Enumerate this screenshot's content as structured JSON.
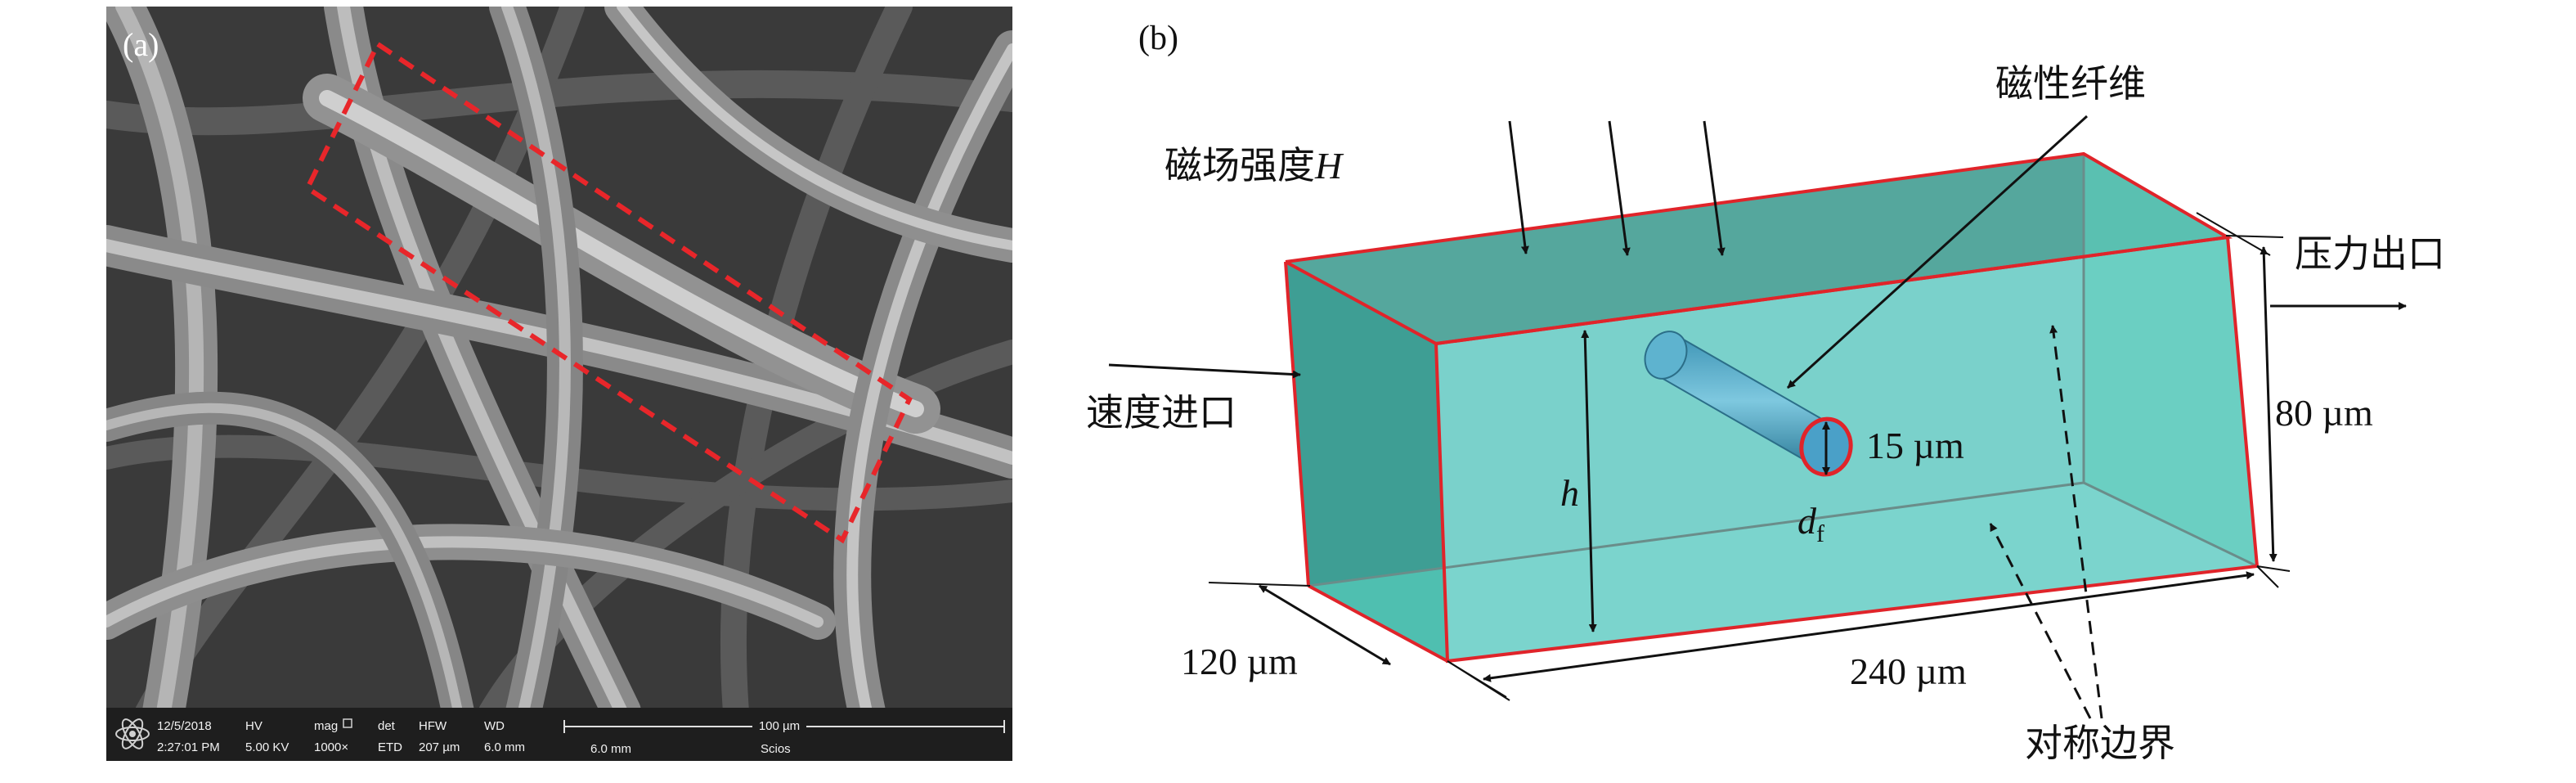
{
  "panel_a": {
    "label": "(a)",
    "info_bar": {
      "date": "12/5/2018",
      "time": "2:27:01 PM",
      "hv_label": "HV",
      "hv_value": "5.00 KV",
      "mag_label": "mag",
      "mag_value": "1000×",
      "det_label": "det",
      "det_value": "ETD",
      "hfw_label": "HFW",
      "hfw_value": "207 µm",
      "wd_label": "WD",
      "wd_value": "6.0 mm",
      "scalebar_label": "100 µm",
      "wd_value_2": "6.0 mm",
      "instrument": "Scios"
    },
    "highlight_color": "#e8262a"
  },
  "panel_b": {
    "label": "(b)",
    "magnetic_field_label": "磁场强度",
    "magnetic_field_symbol": "H",
    "magnetic_fiber_label": "磁性纤维",
    "pressure_outlet_label": "压力出口",
    "velocity_inlet_label": "速度进口",
    "height_dim": "80 µm",
    "fiber_diameter_dim": "15 µm",
    "height_symbol": "h",
    "diameter_symbol": "d",
    "diameter_subscript": "f",
    "depth_dim": "120 µm",
    "length_dim": "240 µm",
    "symmetry_boundary_label": "对称边界",
    "box_fill": "#5cc8b8",
    "edge_color": "#e0242a"
  }
}
